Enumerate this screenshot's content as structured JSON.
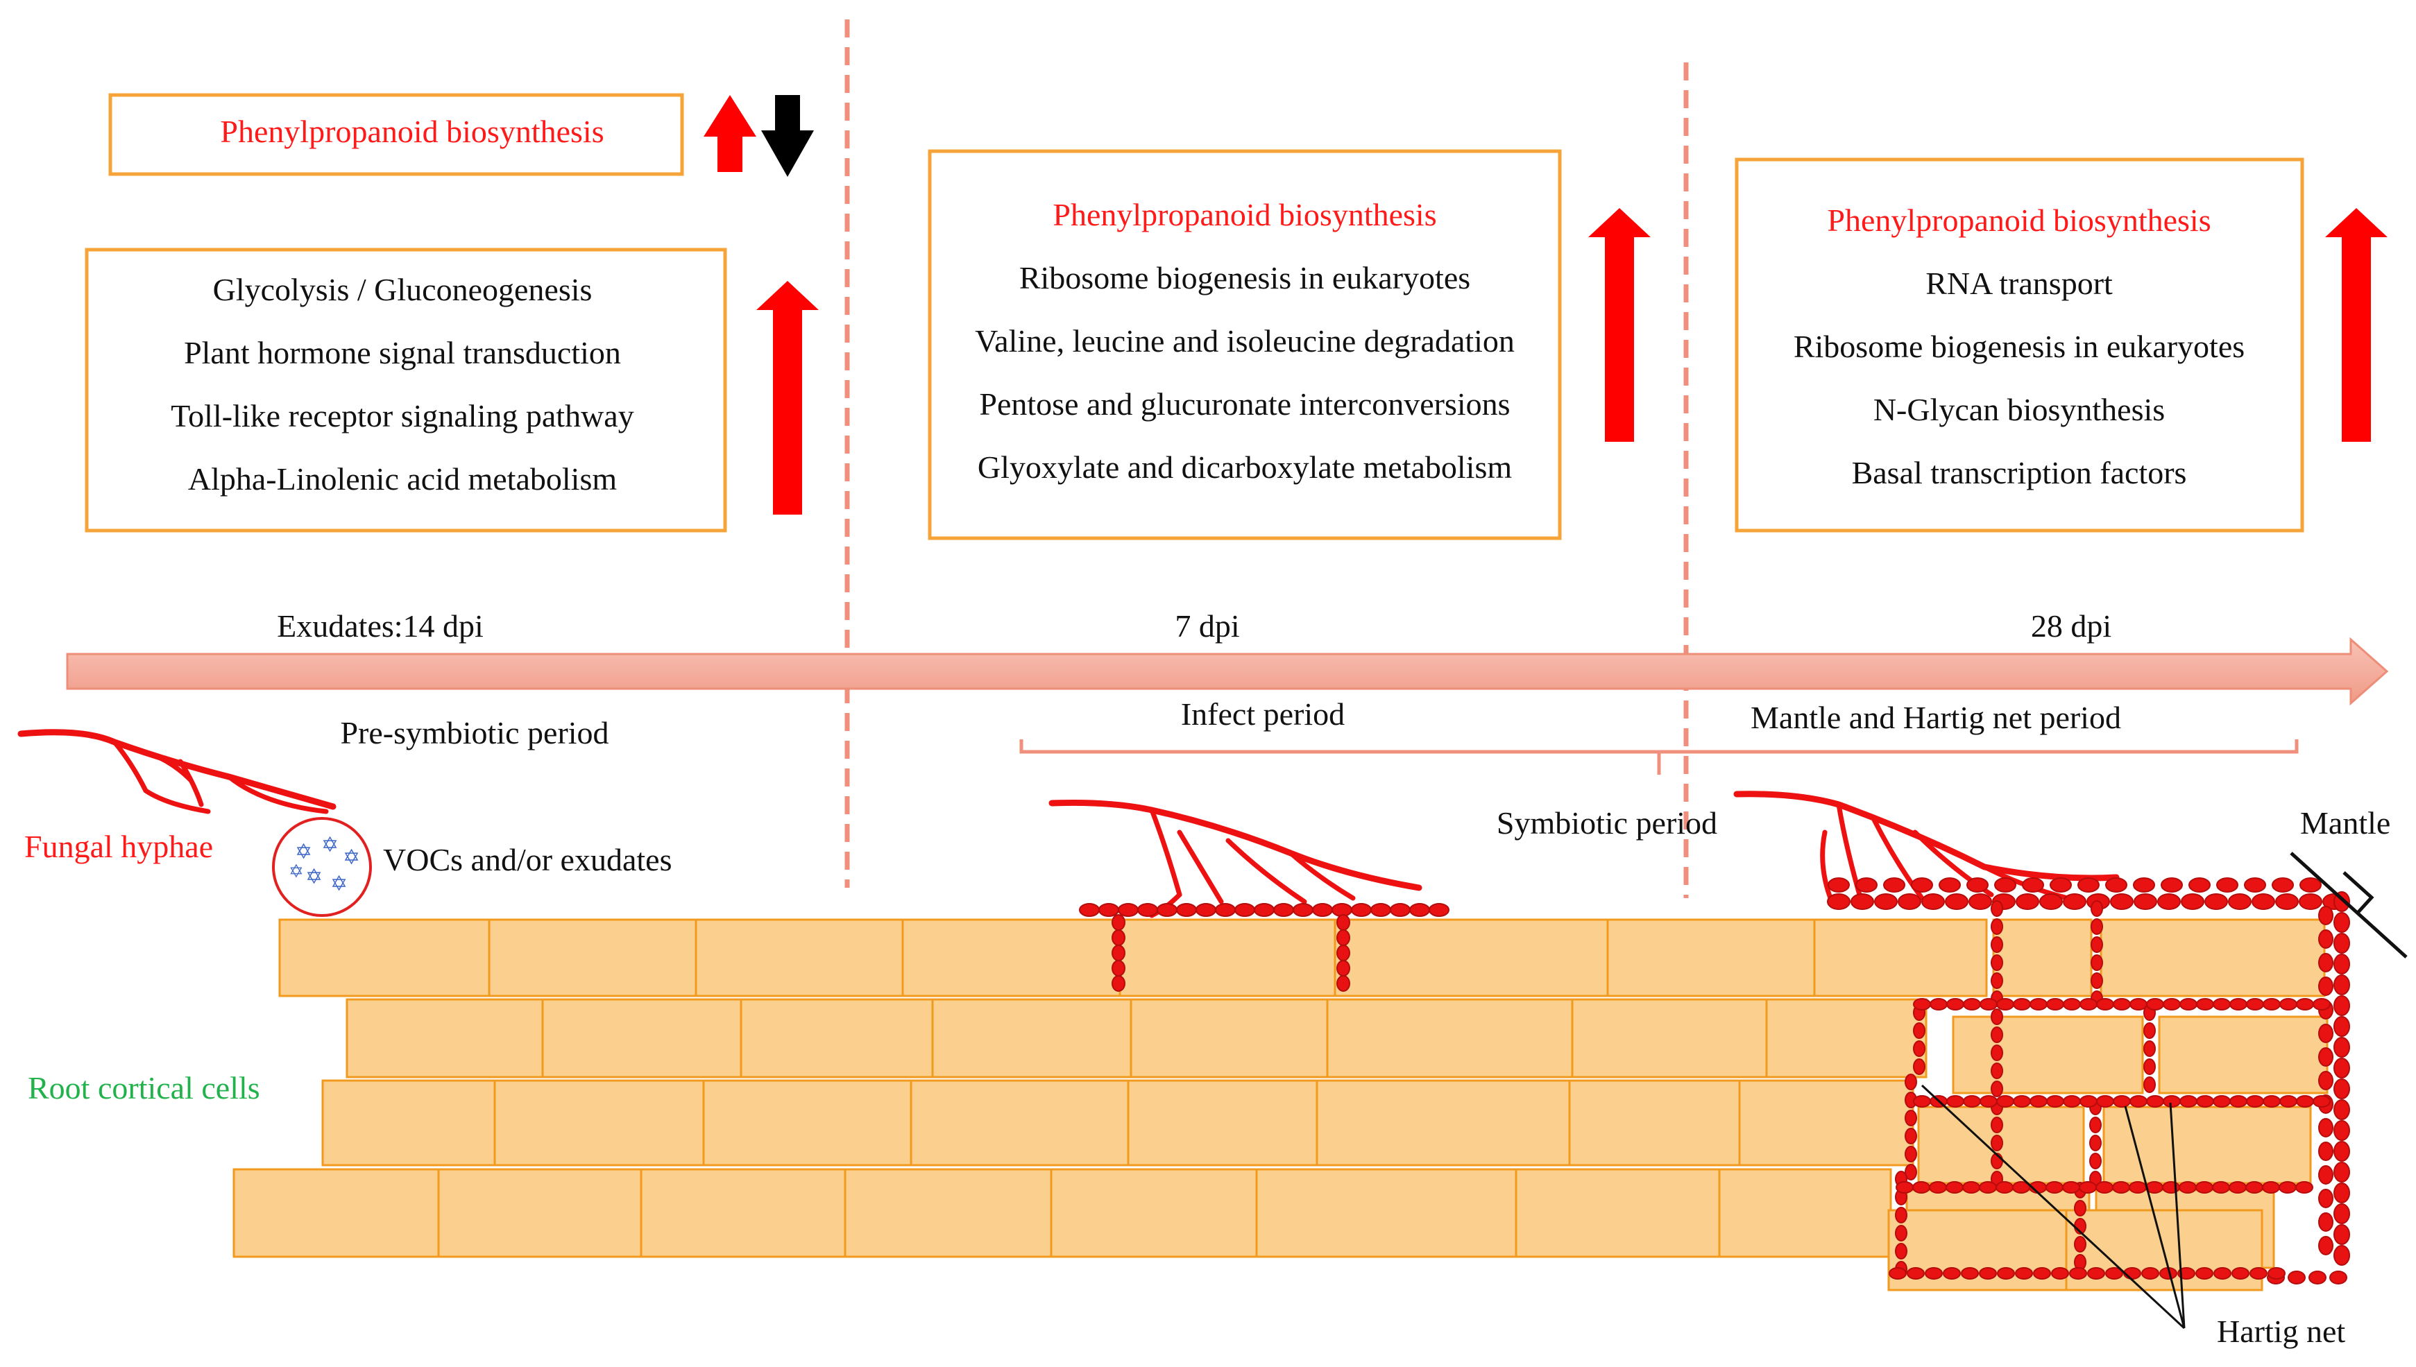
{
  "colors": {
    "box_border": "#f6a43a",
    "up_arrow": "#ff0000",
    "down_arrow": "#000000",
    "timeline": "#f4aa9c",
    "cortical_cell_fill": "#fbd08e",
    "cortical_cell_border": "#f19a1e",
    "hyphae": "#ee1111",
    "highlight_text": "#ff1a1a",
    "root_label": "#21b24b"
  },
  "pre_symbiotic": {
    "box_top": {
      "lines": [
        "Phenylpropanoid biosynthesis"
      ],
      "arrows": [
        "up-arrow",
        "down-arrow"
      ]
    },
    "box_bottom": {
      "lines": [
        "Glycolysis / Gluconeogenesis",
        "Plant hormone signal transduction",
        "Toll-like receptor signaling pathway",
        "Alpha-Linolenic acid metabolism"
      ],
      "arrows": [
        "up-arrow"
      ]
    },
    "timepoint": "Exudates:14 dpi",
    "period": "Pre-symbiotic period"
  },
  "infect": {
    "box": {
      "lines": [
        "Phenylpropanoid biosynthesis",
        "Ribosome biogenesis in eukaryotes",
        "Valine, leucine and isoleucine degradation",
        "Pentose and glucuronate interconversions",
        "Glyoxylate and dicarboxylate metabolism"
      ],
      "arrows": [
        "up-arrow"
      ]
    },
    "timepoint": "7 dpi",
    "period": "Infect period"
  },
  "mantle_hartig": {
    "box": {
      "lines": [
        "Phenylpropanoid biosynthesis",
        "RNA transport",
        "Ribosome biogenesis in eukaryotes",
        "N-Glycan biosynthesis",
        "Basal transcription factors"
      ],
      "arrows": [
        "up-arrow"
      ]
    },
    "timepoint": "28 dpi",
    "period": "Mantle and Hartig net period"
  },
  "symbiotic_period": "Symbiotic period",
  "labels": {
    "fungal_hyphae": "Fungal hyphae",
    "vocs": "VOCs and/or exudates",
    "root_cells": "Root cortical cells",
    "mantle": "Mantle",
    "hartig_net": "Hartig net"
  }
}
